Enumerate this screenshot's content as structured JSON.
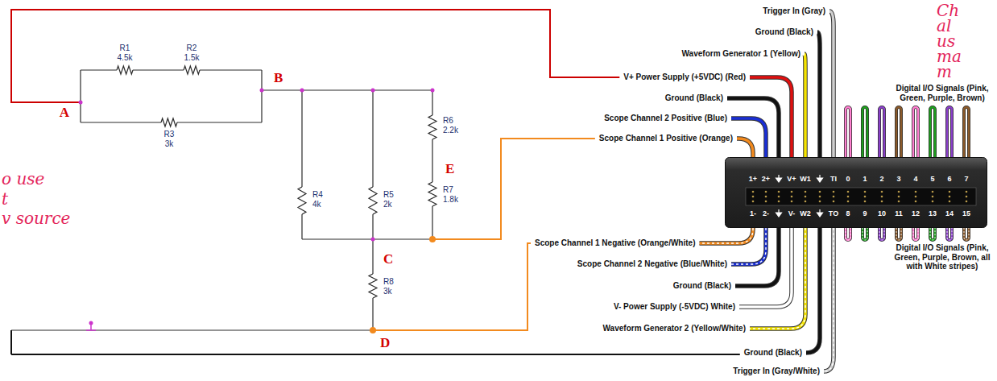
{
  "diagram": {
    "nodes": [
      {
        "text": [
          "1+",
          "2+",
          "V+",
          "W1",
          "TI",
          "0",
          "1",
          "2",
          "3",
          "4",
          "5",
          "6",
          "7",
          "1-",
          "2-",
          "V-",
          "W2",
          "TO",
          "8",
          "9",
          "10",
          "11",
          "12",
          "13",
          "14",
          "15"
        ]
      }
    ],
    "labels": [
      "Ch",
      "al",
      "us",
      "ma",
      "m",
      "o use",
      "t",
      "v source",
      "A",
      "R1",
      "4.5k",
      "R2",
      "1.5k",
      "B",
      "R3",
      "3k",
      "R6",
      "2.2k",
      "E",
      "R4",
      "4k",
      "R5",
      "2k",
      "R7",
      "1.8k",
      "C",
      "R8",
      "3k",
      "D",
      "Trigger In (Gray)",
      "Ground (Black)",
      "Waveform Generator 1 (Yellow)",
      "V+ Power Supply (+5VDC) (Red)",
      "Ground (Black)",
      "Scope Channel 2 Positive (Blue)",
      "Scope Channel 1 Positive (Orange)",
      "Digital I/O Signals (Pink, Green, Purple, Brown)",
      "Scope Channel 1 Negative (Orange/White)",
      "Scope Channel 2 Negative (Blue/White)",
      "Ground (Black)",
      "V- Power Supply (-5VDC) White)",
      "Waveform Generator 2 (Yellow/White)",
      "Ground (Black)",
      "Trigger In (Gray/White)",
      "Digital I/O Signals (Pink, Green, Purple, Brown, all with White stripes)"
    ]
  }
}
